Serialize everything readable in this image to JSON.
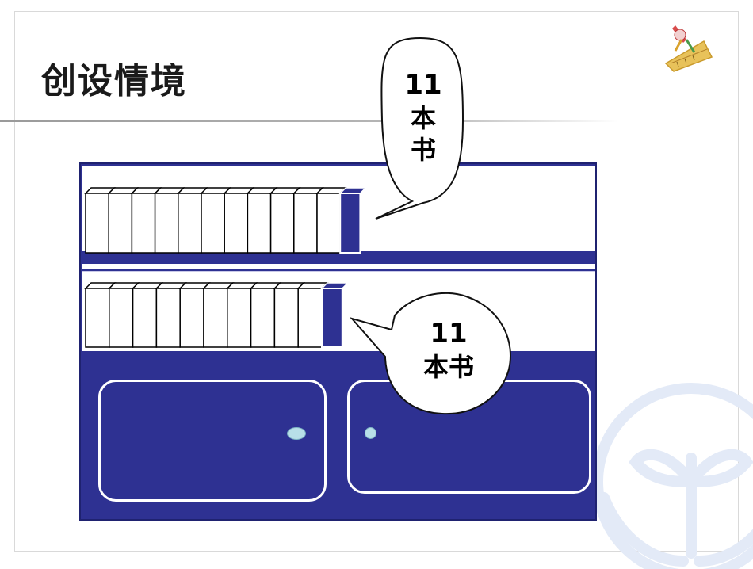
{
  "slide": {
    "title": "创设情境"
  },
  "bubbles": {
    "top": {
      "number": "11",
      "line1": "本",
      "line2": "书"
    },
    "bottom": {
      "number": "11",
      "line1": "本书"
    }
  },
  "bookshelf": {
    "top_row_books": 11,
    "bottom_row_books": 10,
    "highlight_color": "#2e3192",
    "frame_color": "#2e3192"
  },
  "icons": [
    "rocket-logo-icon",
    "hands-sprout-watermark-icon"
  ]
}
